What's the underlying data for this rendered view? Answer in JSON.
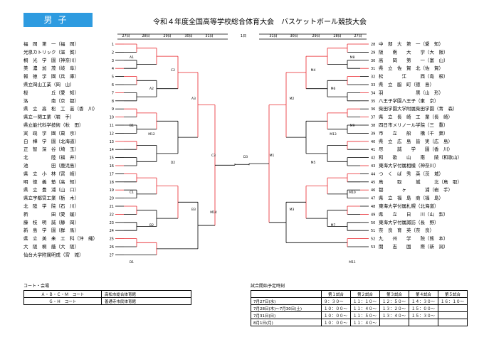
{
  "header": {
    "division": "男子",
    "title": "令和４年度全国高等学校総合体育大会　バスケットボール競技大会"
  },
  "days": [
    "27日",
    "28日",
    "29日",
    "30日",
    "31日",
    "1日",
    "31日",
    "30日",
    "29日",
    "28日",
    "27日"
  ],
  "left_teams": [
    {
      "no": "1",
      "name": "福　岡　第　一（福　岡）"
    },
    {
      "no": "2",
      "name": "光泉カトリック（滋　賀）"
    },
    {
      "no": "3",
      "name": "桐　光　学　園（神奈川）"
    },
    {
      "no": "4",
      "name": "美　濃　加　茂（岐　阜）"
    },
    {
      "no": "5",
      "name": "報　徳　学　園（兵　庫）"
    },
    {
      "no": "6",
      "name": "県立岡山工業（岡　山）"
    },
    {
      "no": "7",
      "name": "桜　　　　　丘（愛　知）"
    },
    {
      "no": "8",
      "name": "洛　　　　　南（京　都）"
    },
    {
      "no": "9",
      "name": "県　立　高　松　工　芸（香　川）"
    },
    {
      "no": "10",
      "name": "県立一関工業（岩　手）"
    },
    {
      "no": "11",
      "name": "県立能代科学技術（秋　田）"
    },
    {
      "no": "12",
      "name": "実　践　学　園（東　京）"
    },
    {
      "no": "13",
      "name": "白　樺　学　園（北海道）"
    },
    {
      "no": "14",
      "name": "正　智　深　谷（埼　玉）"
    },
    {
      "no": "15",
      "name": "北　　　　　陸（福　井）"
    },
    {
      "no": "16",
      "name": "池　　　　　田（鹿児島）"
    },
    {
      "no": "17",
      "name": "県　立　小　林（宮　崎）"
    },
    {
      "no": "18",
      "name": "明　徳　義　塾（高　知）"
    },
    {
      "no": "19",
      "name": "県　立　豊　浦（山　口）"
    },
    {
      "no": "20",
      "name": "県立宇都宮工業（栃　木）"
    },
    {
      "no": "21",
      "name": "北　陸　学　院（石　川）"
    },
    {
      "no": "22",
      "name": "新　　　　　田（愛　媛）"
    },
    {
      "no": "23",
      "name": "藤　枝　明　誠（静　岡）"
    },
    {
      "no": "24",
      "name": "新　島　学　園（群　馬）"
    },
    {
      "no": "25",
      "name": "県　立　美　来　工　科（沖　縄）"
    },
    {
      "no": "26",
      "name": "大　阪　桐　蔭（大　阪）"
    },
    {
      "no": "27",
      "name": "仙台大学附属明成（宮　城）"
    }
  ],
  "right_teams": [
    {
      "no": "28",
      "name": "中　部　大　第　一（愛　知）"
    },
    {
      "no": "29",
      "name": "阪　　南　　大　　学（大　阪）"
    },
    {
      "no": "30",
      "name": "高　　岡　　第　　一（富　山）"
    },
    {
      "no": "31",
      "name": "県　立　佐　賀　北（佐　賀）"
    },
    {
      "no": "32",
      "name": "松　　　　江　　　西（島　根）"
    },
    {
      "no": "33",
      "name": "県　立　脇　町（徳　島）"
    },
    {
      "no": "34",
      "name": "羽　　　　　　　黒（山　形）"
    },
    {
      "no": "35",
      "name": "八王子学園八王子（東　京）"
    },
    {
      "no": "36",
      "name": "柴田学園大学附属柴田学園（青　森）"
    },
    {
      "no": "37",
      "name": "県　立　長　崎　工　業（長　崎）"
    },
    {
      "no": "38",
      "name": "四日市メリノール学院（三　重）"
    },
    {
      "no": "39",
      "name": "市　　立　　船　　橋（千　葉）"
    },
    {
      "no": "40",
      "name": "県　立　広　島　皆　実（広　島）"
    },
    {
      "no": "41",
      "name": "尽　　　誠　　学　　園（香　川）"
    },
    {
      "no": "42",
      "name": "和　　歌　　山　　南　　陵（和歌山）"
    },
    {
      "no": "43",
      "name": "東海大学付属相模（神奈川）"
    },
    {
      "no": "44",
      "name": "つ　く　ば　秀　英（茨　城）"
    },
    {
      "no": "45",
      "name": "鳥　　　取　　　城　　　北（鳥　取）"
    },
    {
      "no": "46",
      "name": "都　　　　ヶ　　　　浦（岩　手）"
    },
    {
      "no": "47",
      "name": "県　立　福　島　商（福　島）"
    },
    {
      "no": "48",
      "name": "東海大学付属札幌（北海道）"
    },
    {
      "no": "49",
      "name": "県　　立　　日　　川（山　梨）"
    },
    {
      "no": "50",
      "name": "東海大学付属諏訪（長　野）"
    },
    {
      "no": "51",
      "name": "奈　良　育　英（奈　良）"
    },
    {
      "no": "52",
      "name": "九　　州　　学　　院（熊　本）"
    },
    {
      "no": "53",
      "name": "開　　志　　国　　際（新　潟）"
    }
  ],
  "match_labels": [
    "A1",
    "B1",
    "C1",
    "D1",
    "A2",
    "B2",
    "C2",
    "D2",
    "A3",
    "B3",
    "C3",
    "D3",
    "M1",
    "M2",
    "M3",
    "M4",
    "M5",
    "M6",
    "M7",
    "M8",
    "M9",
    "M10",
    "M11",
    "M12",
    "M13",
    "M14"
  ],
  "venues": {
    "heading": "コート・会場",
    "rows": [
      {
        "court": "Ａ・Ｂ・Ｃ・Ｍ　コート",
        "venue": "高松市総合体育館"
      },
      {
        "court": "Ｇ・Ｈ　コート",
        "venue": "善通寺市民体育館"
      }
    ]
  },
  "schedule": {
    "heading": "試合開始予定時刻",
    "headers": [
      "",
      "第１試合",
      "第２試合",
      "第３試合",
      "第４試合",
      "第５試合"
    ],
    "rows": [
      [
        "7月27日(水)",
        "９：３０～",
        "１１：１０～",
        "１２：５０～",
        "１４：３０～",
        "１６：１０～"
      ],
      [
        "7月28日(木)～7月30日(土)",
        "１０：００～",
        "１１：４０～",
        "１３：２０～",
        "１５：００～",
        ""
      ],
      [
        "7月31日(日)",
        "１０：００～",
        "１１：５０～",
        "１３：４０～",
        "１５：３０～",
        ""
      ],
      [
        "8月1日(月)",
        "１０：００～",
        "１１：４０～",
        "",
        ""
      ]
    ]
  },
  "colors": {
    "accent": "#2e9be0",
    "win": "#e8242a",
    "line": "#000000"
  }
}
